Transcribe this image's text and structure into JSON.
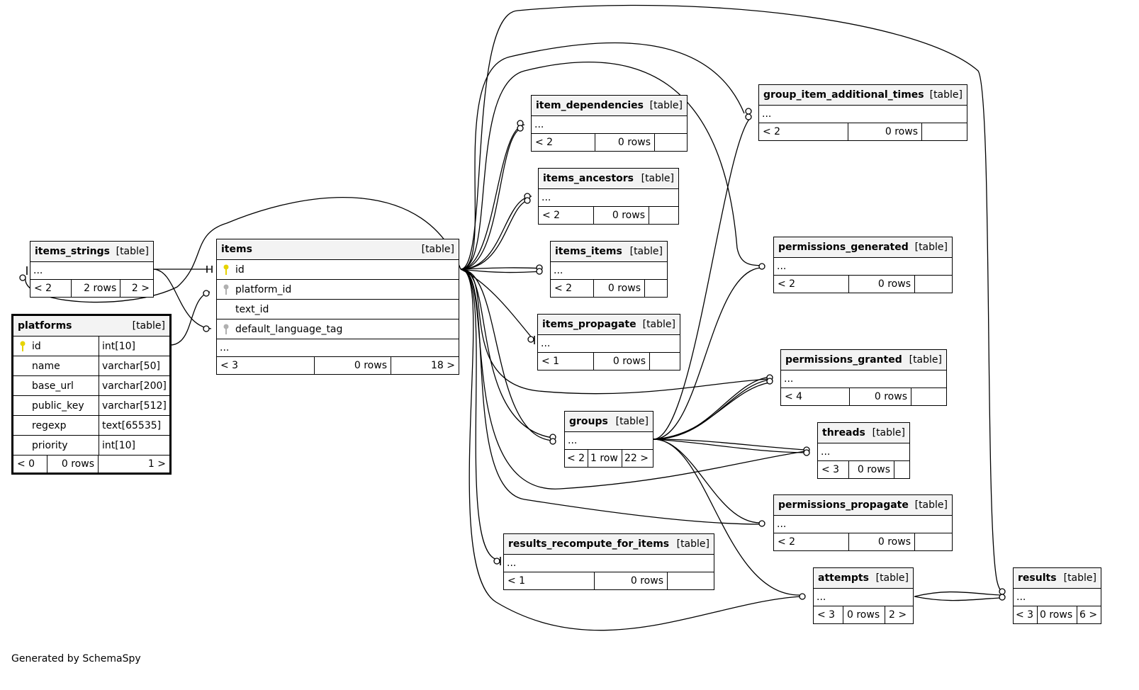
{
  "footer": "Generated by SchemaSpy",
  "tag": "[table]",
  "ellipsis": "...",
  "items": {
    "name": "items",
    "columns": [
      "id",
      "platform_id",
      "text_id",
      "default_language_tag"
    ],
    "foot": [
      "< 3",
      "0 rows",
      "18 >"
    ]
  },
  "items_strings": {
    "name": "items_strings",
    "foot": [
      "< 2",
      "2 rows",
      "2 >"
    ]
  },
  "platforms": {
    "name": "platforms",
    "columns": [
      {
        "name": "id",
        "type": "int[10]"
      },
      {
        "name": "name",
        "type": "varchar[50]"
      },
      {
        "name": "base_url",
        "type": "varchar[200]"
      },
      {
        "name": "public_key",
        "type": "varchar[512]"
      },
      {
        "name": "regexp",
        "type": "text[65535]"
      },
      {
        "name": "priority",
        "type": "int[10]"
      }
    ],
    "foot": [
      "< 0",
      "0 rows",
      "1 >"
    ]
  },
  "item_dependencies": {
    "name": "item_dependencies",
    "foot": [
      "< 2",
      "0 rows",
      ""
    ]
  },
  "items_ancestors": {
    "name": "items_ancestors",
    "foot": [
      "< 2",
      "0 rows",
      ""
    ]
  },
  "items_items": {
    "name": "items_items",
    "foot": [
      "< 2",
      "0 rows",
      ""
    ]
  },
  "items_propagate": {
    "name": "items_propagate",
    "foot": [
      "< 1",
      "0 rows",
      ""
    ]
  },
  "groups": {
    "name": "groups",
    "foot": [
      "< 2",
      "1 row",
      "22 >"
    ]
  },
  "results_recompute_for_items": {
    "name": "results_recompute_for_items",
    "foot": [
      "< 1",
      "0 rows",
      ""
    ]
  },
  "group_item_additional_times": {
    "name": "group_item_additional_times",
    "foot": [
      "< 2",
      "0 rows",
      ""
    ]
  },
  "permissions_generated": {
    "name": "permissions_generated",
    "foot": [
      "< 2",
      "0 rows",
      ""
    ]
  },
  "permissions_granted": {
    "name": "permissions_granted",
    "foot": [
      "< 4",
      "0 rows",
      ""
    ]
  },
  "threads": {
    "name": "threads",
    "foot": [
      "< 3",
      "0 rows",
      ""
    ]
  },
  "permissions_propagate": {
    "name": "permissions_propagate",
    "foot": [
      "< 2",
      "0 rows",
      ""
    ]
  },
  "attempts": {
    "name": "attempts",
    "foot": [
      "< 3",
      "0 rows",
      "2 >"
    ]
  },
  "results": {
    "name": "results",
    "foot": [
      "< 3",
      "0 rows",
      "6 >"
    ]
  },
  "colors": {
    "key_primary": "#e6d300",
    "key_foreign": "#b0b0b0",
    "header_bg": "#f3f3f3"
  }
}
